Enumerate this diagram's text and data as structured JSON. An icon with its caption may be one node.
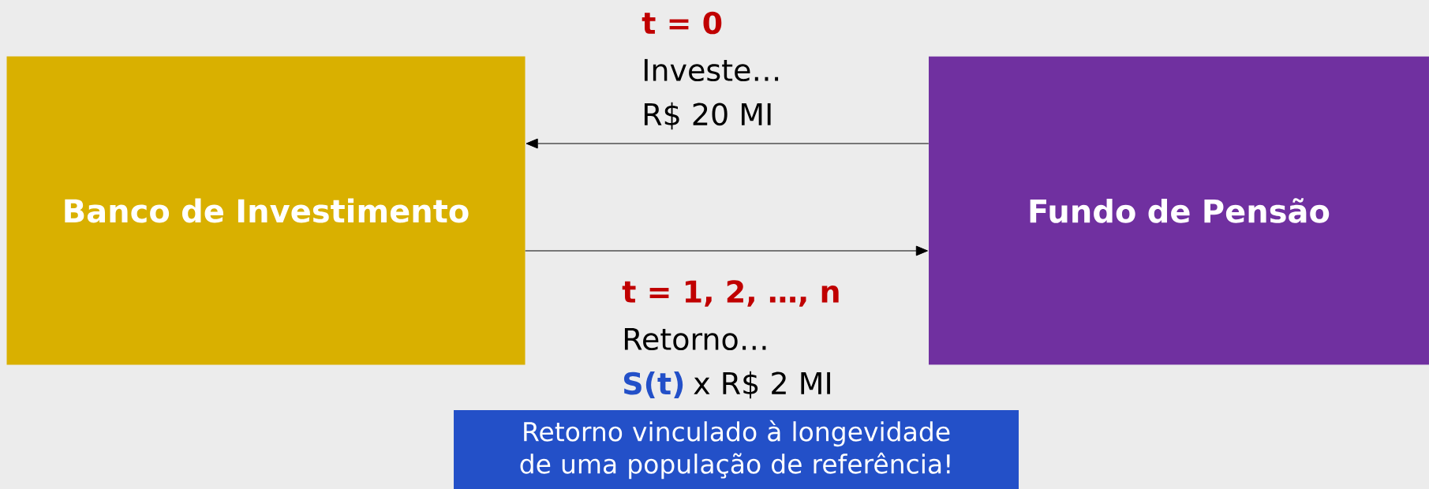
{
  "diagram": {
    "nodes": [
      {
        "text": [
          "Banco de Investimento"
        ]
      },
      {
        "text": [
          "Fundo de Pensão"
        ]
      },
      {
        "text": [
          "Retorno vinculado à longevidade de uma população de referência!"
        ]
      }
    ],
    "edges": [
      {
        "from": 1,
        "to": 0,
        "arrow": "to"
      },
      {
        "from": 0,
        "to": 1,
        "arrow": "to"
      }
    ],
    "labels": [
      "t = 0",
      "Investe…",
      "R$ 20 MI",
      "t = 1, 2, …, n",
      "Retorno…",
      "S(t)",
      "x R$ 2 MI"
    ]
  }
}
